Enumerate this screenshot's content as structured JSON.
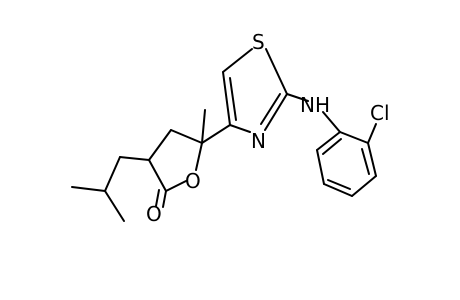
{
  "molecule": {
    "atoms": {
      "sulfur": "S",
      "thiazole_nitrogen": "N",
      "amine": "NH",
      "chlorine": "Cl",
      "ring_oxygen": "O",
      "carbonyl_oxygen": "O"
    },
    "colors": {
      "bond": "#000000",
      "label": "#000000",
      "background": "#ffffff"
    }
  }
}
